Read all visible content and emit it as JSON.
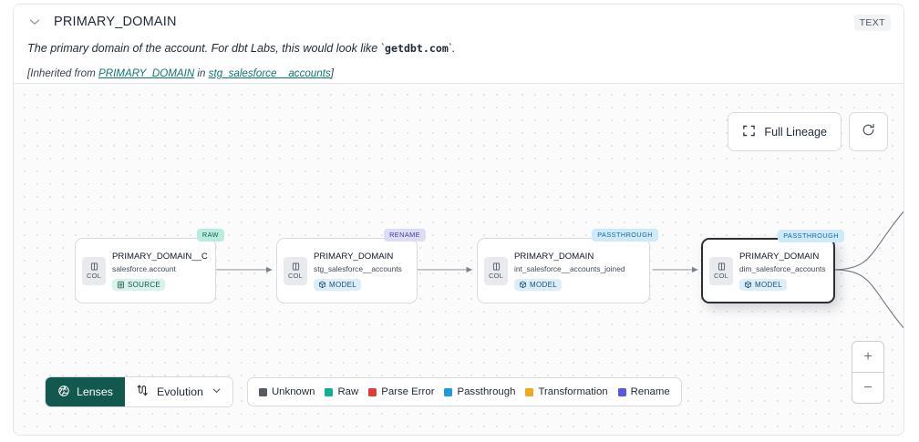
{
  "header": {
    "chevron_icon": "chevron-down-icon",
    "title": "PRIMARY_DOMAIN",
    "type_badge": "TEXT",
    "description_prefix": "The primary domain of the account. For dbt Labs, this would look like `",
    "description_code": "getdbt.com",
    "description_suffix": "`.",
    "inherited_prefix": "[Inherited from ",
    "inherited_link": "PRIMARY_DOMAIN",
    "inherited_mid": " in ",
    "inherited_link2": "stg_salesforce__accounts",
    "inherited_suffix": "]"
  },
  "toolbar": {
    "full_lineage_label": "Full Lineage",
    "full_lineage_icon": "expand-icon",
    "refresh_icon": "refresh-icon"
  },
  "zoom_controls": {
    "zoom_in_label": "+",
    "zoom_out_label": "−"
  },
  "graph": {
    "nodes": [
      {
        "tag": "RAW",
        "tag_style": "t-raw",
        "chip_label": "COL",
        "column": "PRIMARY_DOMAIN__C",
        "table": "salesforce.account",
        "badge": "SOURCE",
        "badge_style": "b-source",
        "badge_icon": "source-icon",
        "selected": false
      },
      {
        "tag": "RENAME",
        "tag_style": "t-rename",
        "chip_label": "COL",
        "column": "PRIMARY_DOMAIN",
        "table": "stg_salesforce__accounts",
        "badge": "MODEL",
        "badge_style": "b-model",
        "badge_icon": "model-icon",
        "selected": false
      },
      {
        "tag": "PASSTHROUGH",
        "tag_style": "t-pass",
        "chip_label": "COL",
        "column": "PRIMARY_DOMAIN",
        "table": "int_salesforce__accounts_joined",
        "badge": "MODEL",
        "badge_style": "b-model",
        "badge_icon": "model-icon",
        "selected": false
      },
      {
        "tag": "PASSTHROUGH",
        "tag_style": "t-pass",
        "chip_label": "COL",
        "column": "PRIMARY_DOMAIN",
        "table": "dim_salesforce_accounts",
        "badge": "MODEL",
        "badge_style": "b-model",
        "badge_icon": "model-icon",
        "selected": true
      }
    ]
  },
  "bottom_bar": {
    "lenses_label": "Lenses",
    "lenses_icon": "aperture-icon",
    "evolution_label": "Evolution",
    "evolution_icon": "evolution-icon",
    "evolution_caret_icon": "chevron-down-icon",
    "legend": [
      {
        "label": "Unknown",
        "color": "#545b65"
      },
      {
        "label": "Raw",
        "color": "#11b095"
      },
      {
        "label": "Parse Error",
        "color": "#e23b3b"
      },
      {
        "label": "Passthrough",
        "color": "#1f9ae0"
      },
      {
        "label": "Transformation",
        "color": "#f0a81e"
      },
      {
        "label": "Rename",
        "color": "#5b56e8"
      }
    ]
  }
}
